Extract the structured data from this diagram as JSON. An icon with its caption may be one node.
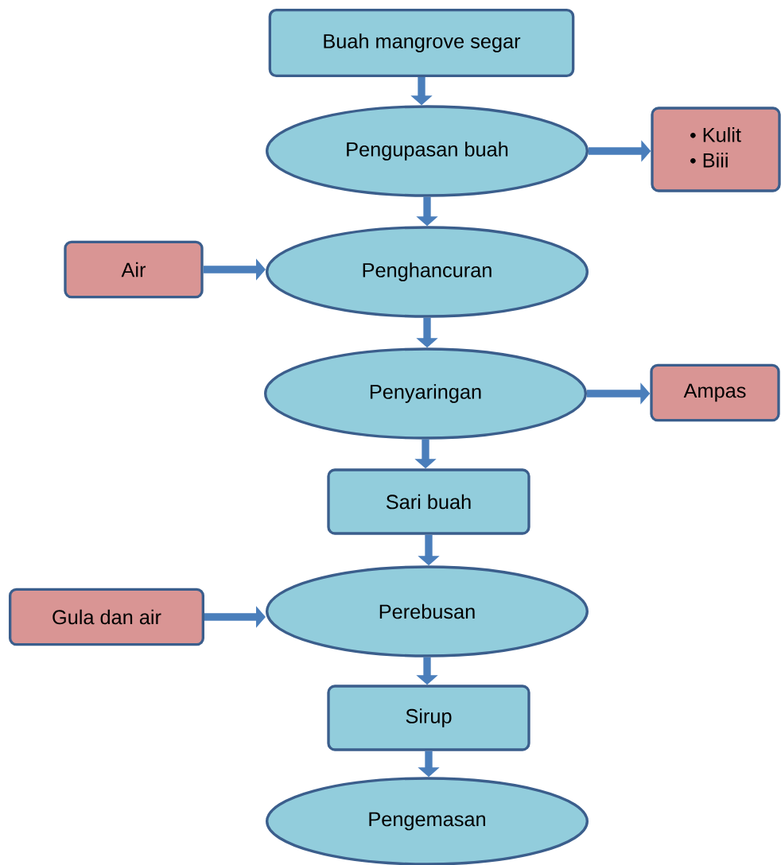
{
  "diagram": {
    "nodes": [
      {
        "text": [
          "Buah mangrove segar"
        ]
      },
      {
        "text": [
          "Pengupasan buah"
        ]
      },
      {
        "text": [
          "Kulit",
          "Biii"
        ]
      },
      {
        "text": [
          "Air"
        ]
      },
      {
        "text": [
          "Penghancuran"
        ]
      },
      {
        "text": [
          "Penyaringan"
        ]
      },
      {
        "text": [
          "Ampas"
        ]
      },
      {
        "text": [
          "Sari buah"
        ]
      },
      {
        "text": [
          "Gula dan air"
        ]
      },
      {
        "text": [
          "Perebusan"
        ]
      },
      {
        "text": [
          "Sirup"
        ]
      },
      {
        "text": [
          "Pengemasan"
        ]
      }
    ],
    "edges": [
      {
        "from": 0,
        "to": 1,
        "arrow": "to"
      },
      {
        "from": 1,
        "to": 2,
        "arrow": "to"
      },
      {
        "from": 3,
        "to": 4,
        "arrow": "to"
      },
      {
        "from": 1,
        "to": 4,
        "arrow": "to"
      },
      {
        "from": 4,
        "to": 5,
        "arrow": "to"
      },
      {
        "from": 5,
        "to": 6,
        "arrow": "to"
      },
      {
        "from": 5,
        "to": 7,
        "arrow": "to"
      },
      {
        "from": 7,
        "to": 9,
        "arrow": "to"
      },
      {
        "from": 8,
        "to": 9,
        "arrow": "to"
      },
      {
        "from": 9,
        "to": 10,
        "arrow": "to"
      },
      {
        "from": 10,
        "to": 11,
        "arrow": "to"
      }
    ]
  }
}
